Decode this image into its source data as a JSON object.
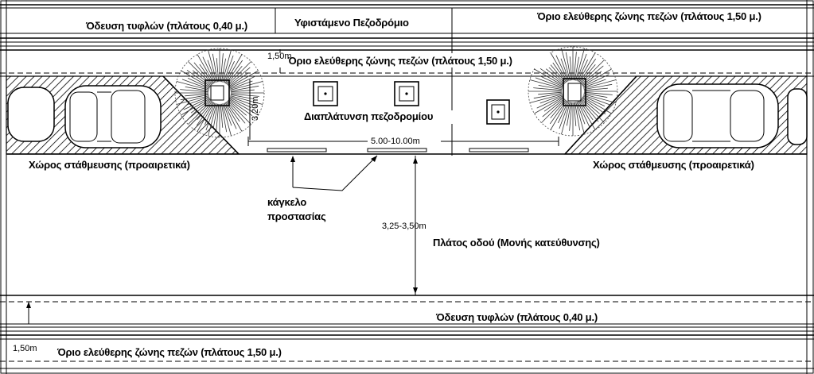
{
  "labels": {
    "top_tactile": "Όδευση τυφλών (πλάτους 0,40 μ.)",
    "existing_sidewalk": "Υφιστάμενο Πεζοδρόμιο",
    "top_free_zone_right": "Όριο ελεύθερης ζώνης πεζών (πλάτους 1,50 μ.)",
    "dim_150_top": "1,50m",
    "inner_free_zone": "Όριο ελεύθερης ζώνης πεζών (πλάτους 1,50 μ.)",
    "dim_vertical_extension": "3,20m",
    "widening": "Διαπλάτυνση πεζοδρομίου",
    "dim_widening": "5.00-10.00m",
    "parking_left": "Χώρος στάθμευσης (προαιρετικά)",
    "parking_right": "Χώρος στάθμευσης (προαιρετικά)",
    "railing_line1": "κάγκελο",
    "railing_line2": "προστασίας",
    "dim_road": "3,25-3,50m",
    "road_width": "Πλάτος οδού (Μονής κατεύθυνσης)",
    "bottom_tactile": "Όδευση τυφλών (πλάτους 0,40 μ.)",
    "dim_150_bottom": "1,50m",
    "bottom_free_zone": "Όριο ελεύθερης ζώνης πεζών (πλάτους 1,50 μ.)"
  },
  "icons": [
    "tree-icon",
    "tree-icon",
    "tree-pit-icon",
    "car-icon",
    "car-icon"
  ],
  "colors": {
    "line": "#000000",
    "background": "#ffffff"
  }
}
